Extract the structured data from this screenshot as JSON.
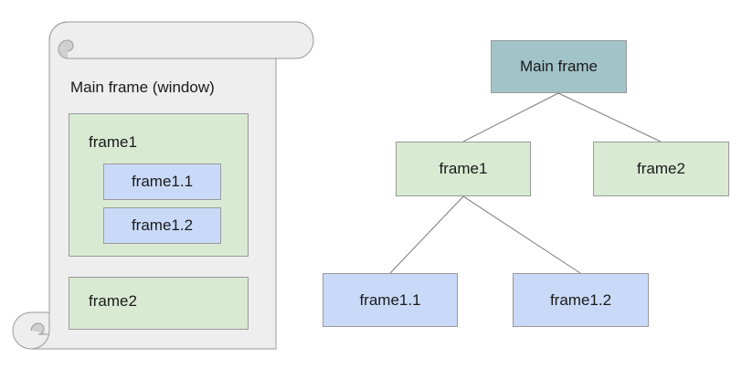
{
  "left_panel": {
    "window_label": "Main frame (window)",
    "frame1_label": "frame1",
    "frame1_1_label": "frame1.1",
    "frame1_2_label": "frame1.2",
    "frame2_label": "frame2"
  },
  "tree": {
    "root": "Main frame",
    "children": [
      "frame1",
      "frame2"
    ],
    "grandchildren": [
      "frame1.1",
      "frame1.2"
    ]
  },
  "colors": {
    "green": "#d9ead3",
    "blue": "#c9daf8",
    "teal": "#a2c4c9",
    "scroll": "#eeeeee"
  }
}
